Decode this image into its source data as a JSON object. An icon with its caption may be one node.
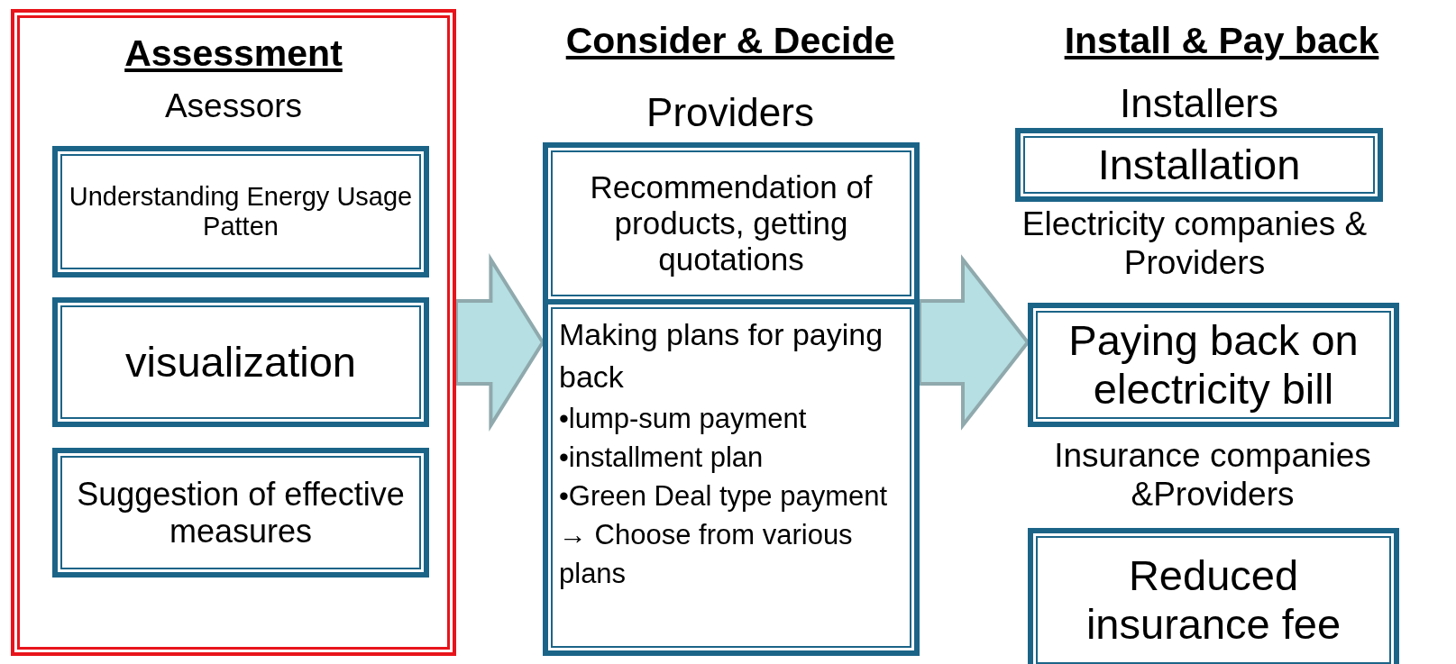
{
  "diagram": {
    "nodes": [
      {
        "text": [
          "Assessment",
          "Asessors"
        ]
      },
      {
        "text": [
          "Understanding Energy Usage Patten"
        ],
        "in": 0
      },
      {
        "text": [
          "visualization"
        ],
        "in": 0
      },
      {
        "text": [
          "Suggestion of effective measures"
        ],
        "in": 0
      },
      {
        "text": [
          "Recommendation of products, getting quotations"
        ]
      },
      {
        "text": [
          "Making plans for paying back",
          "•lump-sum payment",
          "•installment plan",
          "•Green Deal type payment",
          "→ Choose from various plans"
        ]
      },
      {
        "text": [
          "Installation"
        ]
      },
      {
        "text": [
          "Paying back on electricity bill"
        ]
      },
      {
        "text": [
          "Reduced insurance fee"
        ]
      }
    ],
    "edges": [
      {
        "from": 0,
        "to": 5,
        "arrow": "to"
      },
      {
        "from": 5,
        "to": 7,
        "arrow": "to"
      }
    ],
    "labels": [
      "Consider & Decide",
      "Providers",
      "Install & Pay back",
      "Installers",
      "Electricity companies & Providers",
      "Insurance companies &Providers"
    ]
  }
}
